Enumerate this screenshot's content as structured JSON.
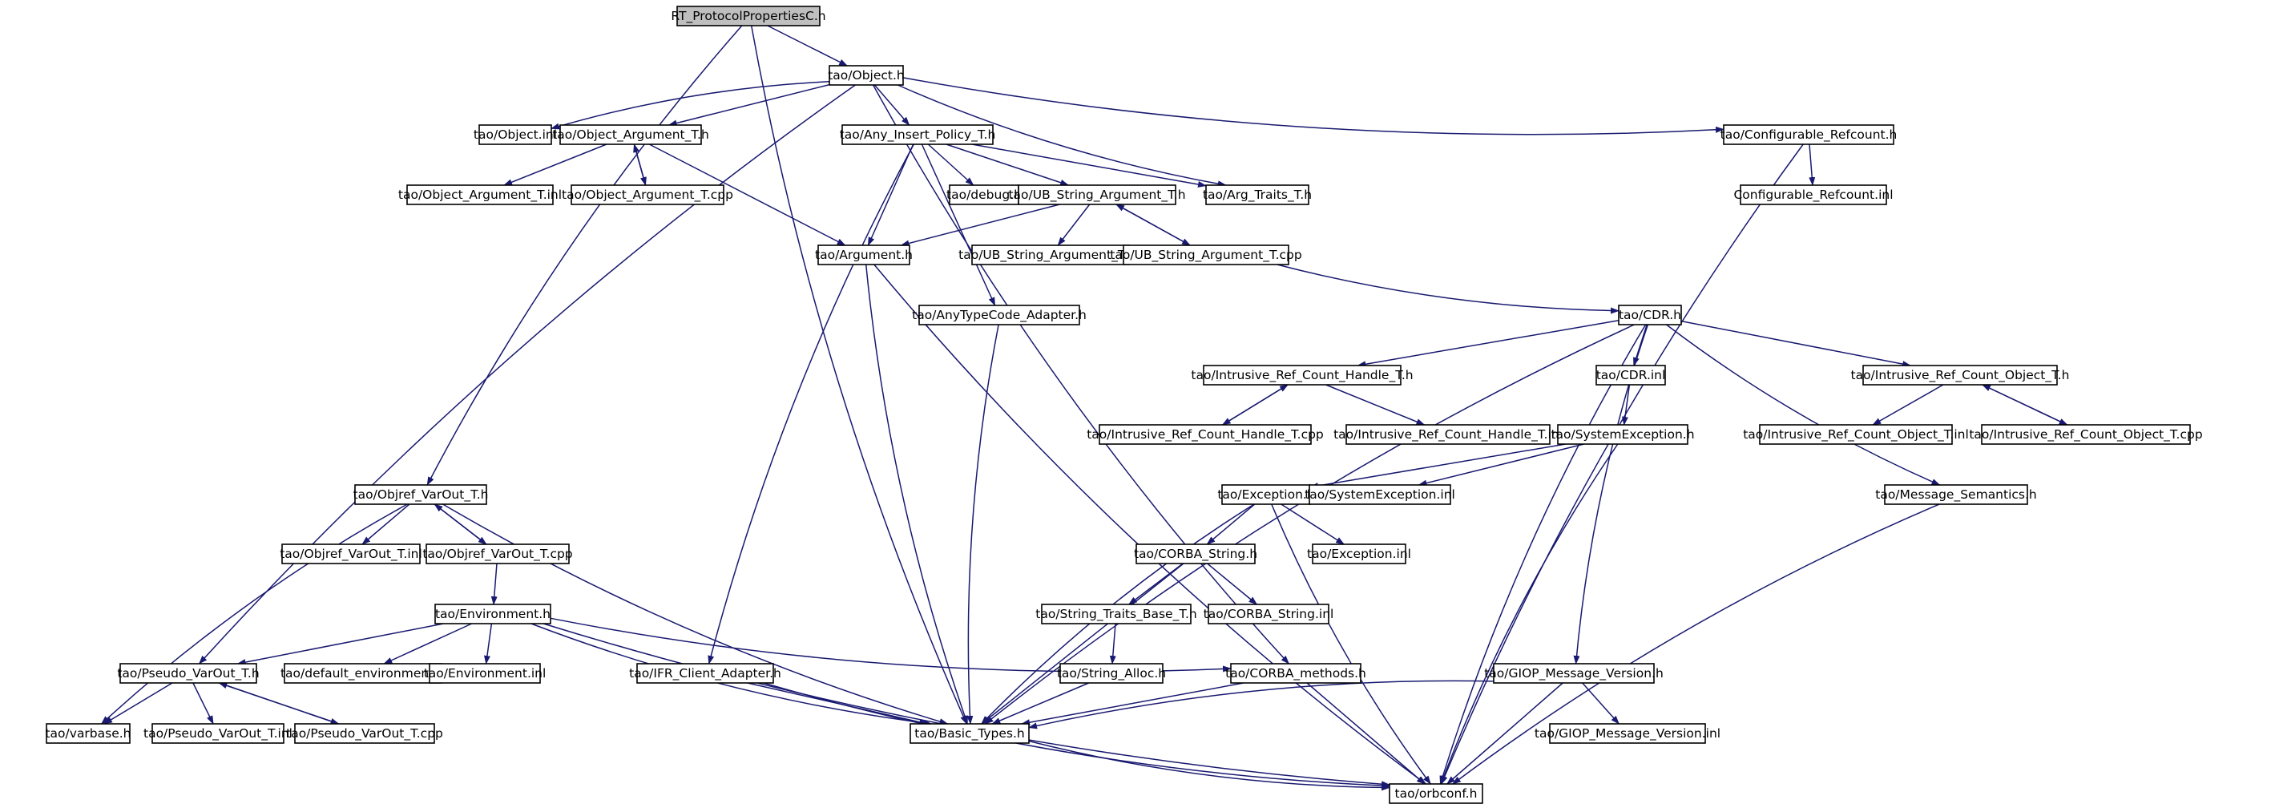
{
  "diagram": {
    "root": "rt",
    "colors": {
      "edge": "#191970",
      "root_fill": "#bfbfbf",
      "node_fill": "#ffffff",
      "text": "#000000"
    },
    "nodes": [
      {
        "id": "rt",
        "label": "RT_ProtocolPropertiesC.h"
      },
      {
        "id": "object_h",
        "label": "tao/Object.h"
      },
      {
        "id": "object_inl",
        "label": "tao/Object.inl"
      },
      {
        "id": "obj_arg_h",
        "label": "tao/Object_Argument_T.h"
      },
      {
        "id": "any_insert",
        "label": "tao/Any_Insert_Policy_T.h"
      },
      {
        "id": "conf_refcount",
        "label": "tao/Configurable_Refcount.h"
      },
      {
        "id": "obj_arg_inl",
        "label": "tao/Object_Argument_T.inl"
      },
      {
        "id": "obj_arg_cpp",
        "label": "tao/Object_Argument_T.cpp"
      },
      {
        "id": "debug_h",
        "label": "tao/debug.h"
      },
      {
        "id": "ub_str_h",
        "label": "tao/UB_String_Argument_T.h"
      },
      {
        "id": "arg_traits",
        "label": "tao/Arg_Traits_T.h"
      },
      {
        "id": "conf_refcount_inl",
        "label": "Configurable_Refcount.inl"
      },
      {
        "id": "argument_h",
        "label": "tao/Argument.h"
      },
      {
        "id": "ub_str_inl",
        "label": "tao/UB_String_Argument_T.inl"
      },
      {
        "id": "ub_str_cpp",
        "label": "tao/UB_String_Argument_T.cpp"
      },
      {
        "id": "anytc_adapter",
        "label": "tao/AnyTypeCode_Adapter.h"
      },
      {
        "id": "cdr_h",
        "label": "tao/CDR.h"
      },
      {
        "id": "irc_handle_h",
        "label": "tao/Intrusive_Ref_Count_Handle_T.h"
      },
      {
        "id": "cdr_inl",
        "label": "tao/CDR.inl"
      },
      {
        "id": "irc_object_h",
        "label": "tao/Intrusive_Ref_Count_Object_T.h"
      },
      {
        "id": "irc_handle_cpp",
        "label": "tao/Intrusive_Ref_Count_Handle_T.cpp"
      },
      {
        "id": "irc_handle_inl",
        "label": "tao/Intrusive_Ref_Count_Handle_T.inl"
      },
      {
        "id": "sysexc_h",
        "label": "tao/SystemException.h"
      },
      {
        "id": "irc_object_inl",
        "label": "tao/Intrusive_Ref_Count_Object_T.inl"
      },
      {
        "id": "irc_object_cpp",
        "label": "tao/Intrusive_Ref_Count_Object_T.cpp"
      },
      {
        "id": "objref_h",
        "label": "tao/Objref_VarOut_T.h"
      },
      {
        "id": "exception_h",
        "label": "tao/Exception.h"
      },
      {
        "id": "sysexc_inl",
        "label": "tao/SystemException.inl"
      },
      {
        "id": "msg_sem_h",
        "label": "tao/Message_Semantics.h"
      },
      {
        "id": "objref_inl",
        "label": "tao/Objref_VarOut_T.inl"
      },
      {
        "id": "objref_cpp",
        "label": "tao/Objref_VarOut_T.cpp"
      },
      {
        "id": "corba_string_h",
        "label": "tao/CORBA_String.h"
      },
      {
        "id": "exception_inl",
        "label": "tao/Exception.inl"
      },
      {
        "id": "environment_h",
        "label": "tao/Environment.h"
      },
      {
        "id": "str_traits_h",
        "label": "tao/String_Traits_Base_T.h"
      },
      {
        "id": "corba_string_inl",
        "label": "tao/CORBA_String.inl"
      },
      {
        "id": "pseudo_h",
        "label": "tao/Pseudo_VarOut_T.h"
      },
      {
        "id": "default_env_h",
        "label": "tao/default_environment.h"
      },
      {
        "id": "environment_inl",
        "label": "tao/Environment.inl"
      },
      {
        "id": "ifr_adapter",
        "label": "tao/IFR_Client_Adapter.h"
      },
      {
        "id": "str_alloc_h",
        "label": "tao/String_Alloc.h"
      },
      {
        "id": "corba_methods",
        "label": "tao/CORBA_methods.h"
      },
      {
        "id": "giop_h",
        "label": "tao/GIOP_Message_Version.h"
      },
      {
        "id": "varbase_h",
        "label": "tao/varbase.h"
      },
      {
        "id": "pseudo_inl",
        "label": "tao/Pseudo_VarOut_T.inl"
      },
      {
        "id": "pseudo_cpp",
        "label": "tao/Pseudo_VarOut_T.cpp"
      },
      {
        "id": "basic_types",
        "label": "tao/Basic_Types.h"
      },
      {
        "id": "giop_inl",
        "label": "tao/GIOP_Message_Version.inl"
      },
      {
        "id": "orbconf",
        "label": "tao/orbconf.h"
      }
    ],
    "edges": [
      [
        "rt",
        "object_h"
      ],
      [
        "rt",
        "objref_h"
      ],
      [
        "rt",
        "basic_types"
      ],
      [
        "object_h",
        "object_inl"
      ],
      [
        "object_h",
        "obj_arg_h"
      ],
      [
        "object_h",
        "any_insert"
      ],
      [
        "object_h",
        "conf_refcount"
      ],
      [
        "object_h",
        "arg_traits"
      ],
      [
        "object_h",
        "pseudo_h"
      ],
      [
        "object_h",
        "corba_methods"
      ],
      [
        "obj_arg_h",
        "obj_arg_inl"
      ],
      [
        "obj_arg_h",
        "obj_arg_cpp"
      ],
      [
        "obj_arg_cpp",
        "obj_arg_h"
      ],
      [
        "obj_arg_h",
        "argument_h"
      ],
      [
        "any_insert",
        "debug_h"
      ],
      [
        "any_insert",
        "ub_str_h"
      ],
      [
        "any_insert",
        "arg_traits"
      ],
      [
        "any_insert",
        "argument_h"
      ],
      [
        "any_insert",
        "anytc_adapter"
      ],
      [
        "any_insert",
        "ifr_adapter"
      ],
      [
        "conf_refcount",
        "conf_refcount_inl"
      ],
      [
        "conf_refcount",
        "orbconf"
      ],
      [
        "ub_str_h",
        "argument_h"
      ],
      [
        "ub_str_h",
        "ub_str_inl"
      ],
      [
        "ub_str_h",
        "ub_str_cpp"
      ],
      [
        "ub_str_cpp",
        "ub_str_h"
      ],
      [
        "ub_str_cpp",
        "cdr_h"
      ],
      [
        "argument_h",
        "basic_types"
      ],
      [
        "argument_h",
        "orbconf"
      ],
      [
        "anytc_adapter",
        "basic_types"
      ],
      [
        "cdr_h",
        "irc_handle_h"
      ],
      [
        "cdr_h",
        "cdr_inl"
      ],
      [
        "cdr_h",
        "irc_object_h"
      ],
      [
        "cdr_h",
        "msg_sem_h"
      ],
      [
        "cdr_h",
        "giop_h"
      ],
      [
        "cdr_h",
        "basic_types"
      ],
      [
        "cdr_h",
        "orbconf"
      ],
      [
        "irc_handle_h",
        "irc_handle_cpp"
      ],
      [
        "irc_handle_cpp",
        "irc_handle_h"
      ],
      [
        "irc_handle_h",
        "irc_handle_inl"
      ],
      [
        "irc_object_h",
        "irc_object_inl"
      ],
      [
        "irc_object_h",
        "irc_object_cpp"
      ],
      [
        "irc_object_cpp",
        "irc_object_h"
      ],
      [
        "cdr_inl",
        "sysexc_h"
      ],
      [
        "sysexc_h",
        "exception_h"
      ],
      [
        "sysexc_h",
        "sysexc_inl"
      ],
      [
        "sysexc_h",
        "orbconf"
      ],
      [
        "exception_h",
        "corba_string_h"
      ],
      [
        "exception_h",
        "exception_inl"
      ],
      [
        "exception_h",
        "basic_types"
      ],
      [
        "exception_h",
        "orbconf"
      ],
      [
        "msg_sem_h",
        "orbconf"
      ],
      [
        "objref_h",
        "objref_inl"
      ],
      [
        "objref_h",
        "objref_cpp"
      ],
      [
        "objref_cpp",
        "objref_h"
      ],
      [
        "objref_h",
        "varbase_h"
      ],
      [
        "objref_h",
        "basic_types"
      ],
      [
        "objref_cpp",
        "environment_h"
      ],
      [
        "corba_string_h",
        "str_traits_h"
      ],
      [
        "corba_string_h",
        "corba_string_inl"
      ],
      [
        "corba_string_h",
        "basic_types"
      ],
      [
        "str_traits_h",
        "str_alloc_h"
      ],
      [
        "str_alloc_h",
        "basic_types"
      ],
      [
        "environment_h",
        "pseudo_h"
      ],
      [
        "environment_h",
        "default_env_h"
      ],
      [
        "environment_h",
        "environment_inl"
      ],
      [
        "environment_h",
        "corba_methods"
      ],
      [
        "environment_h",
        "basic_types"
      ],
      [
        "environment_h",
        "orbconf"
      ],
      [
        "pseudo_h",
        "varbase_h"
      ],
      [
        "pseudo_h",
        "pseudo_inl"
      ],
      [
        "pseudo_h",
        "pseudo_cpp"
      ],
      [
        "pseudo_cpp",
        "pseudo_h"
      ],
      [
        "ifr_adapter",
        "basic_types"
      ],
      [
        "ifr_adapter",
        "orbconf"
      ],
      [
        "corba_methods",
        "basic_types"
      ],
      [
        "corba_methods",
        "orbconf"
      ],
      [
        "giop_h",
        "basic_types"
      ],
      [
        "giop_h",
        "giop_inl"
      ],
      [
        "giop_h",
        "orbconf"
      ],
      [
        "basic_types",
        "orbconf"
      ]
    ]
  }
}
